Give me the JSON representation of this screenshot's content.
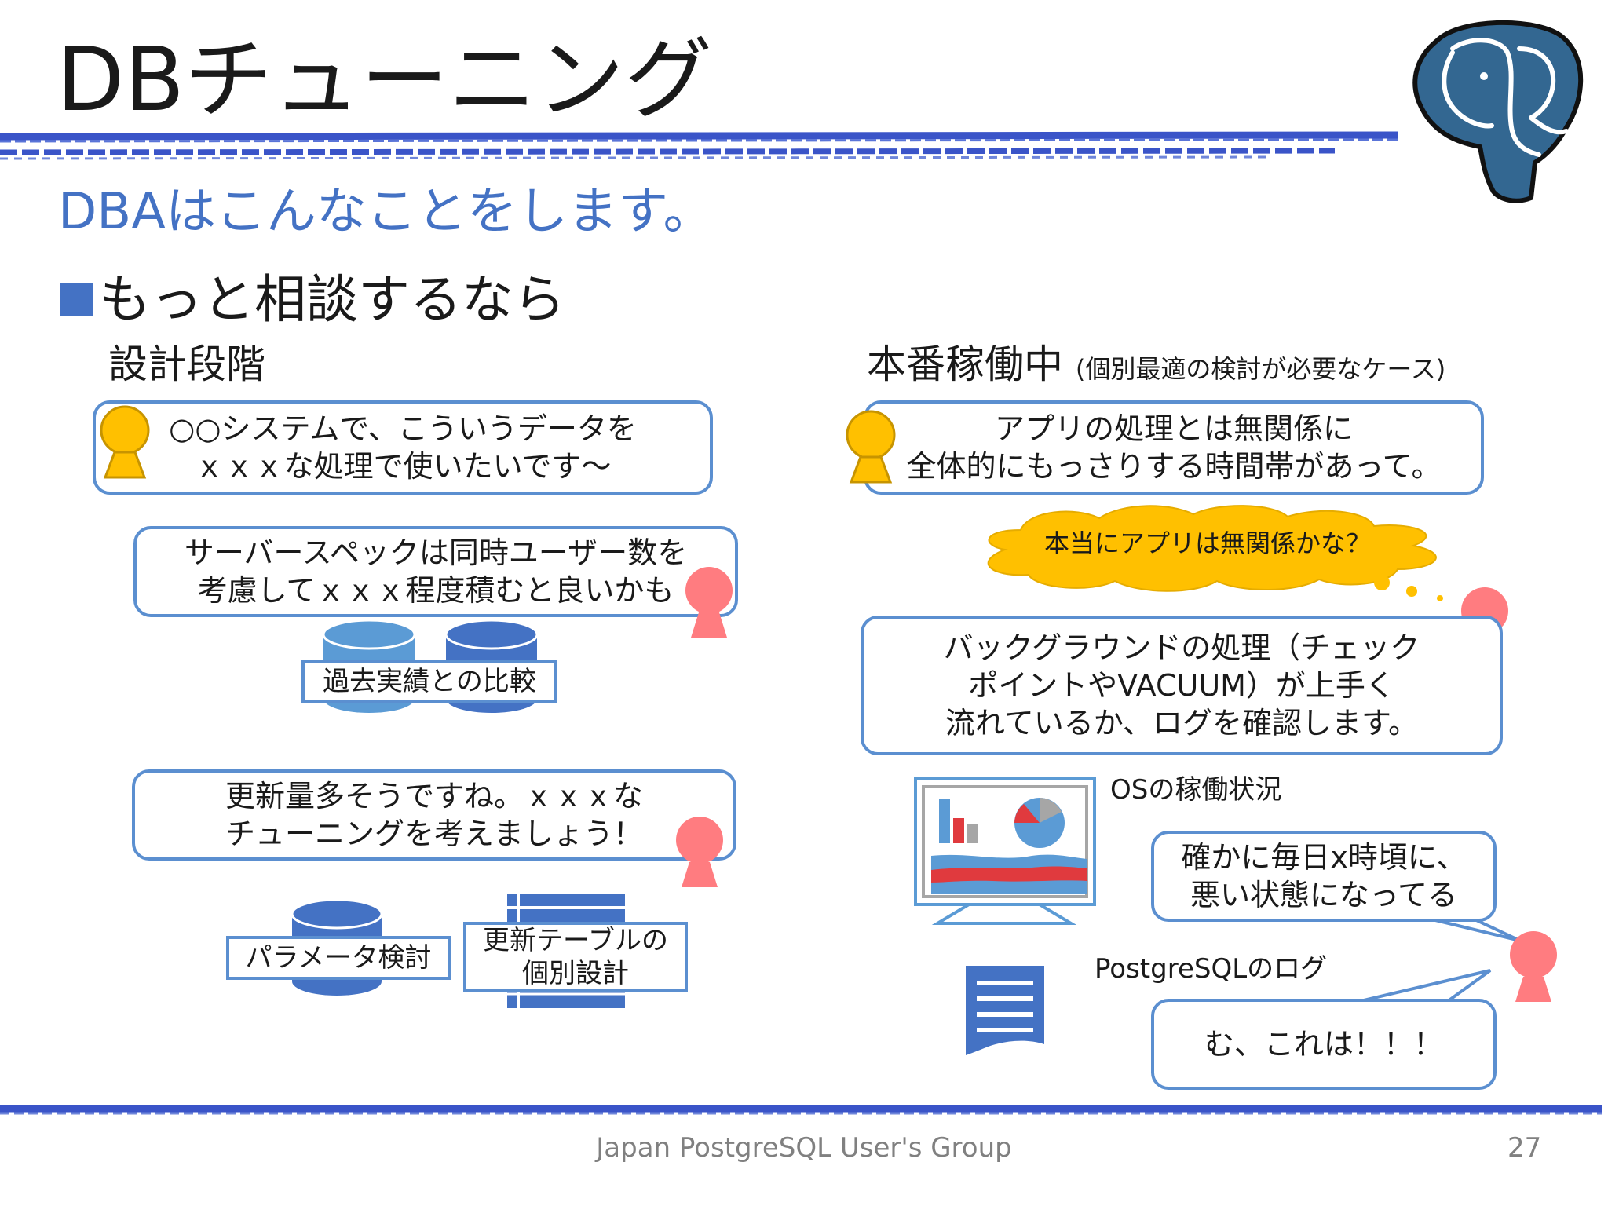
{
  "slide": {
    "title": "DBチューニング",
    "subtitle": "DBAはこんなことをします。",
    "bullet": "もっと相談するなら",
    "footer": "Japan PostgreSQL User's Group",
    "page_number": "27"
  },
  "left": {
    "heading": "設計段階",
    "bubble1": {
      "line1": "○○システムで、こういうデータを",
      "line2": "ｘｘｘな処理で使いたいです～"
    },
    "bubble2": {
      "line1": "サーバースペックは同時ユーザー数を",
      "line2": "考慮してｘｘｘ程度積むと良いかも"
    },
    "comparison_label": "過去実績との比較",
    "bubble3": {
      "line1": "更新量多そうですね。ｘｘｘな",
      "line2": "チューニングを考えましょう！"
    },
    "param_label": "パラメータ検討",
    "table_label": {
      "line1": "更新テーブルの",
      "line2": "個別設計"
    }
  },
  "right": {
    "heading": "本番稼働中",
    "heading_note": "(個別最適の検討が必要なケース)",
    "bubble1": {
      "line1": "アプリの処理とは無関係に",
      "line2": "全体的にもっさりする時間帯があって。"
    },
    "thought": "本当にアプリは無関係かな？",
    "bubble2": {
      "line1": "バックグラウンドの処理（チェック",
      "line2": "ポイントやVACUUM）が上手く",
      "line3": "流れているか、ログを確認します。"
    },
    "os_label": "OSの稼働状況",
    "bubble3": {
      "line1": "確かに毎日x時頃に、",
      "line2": "悪い状態になってる"
    },
    "log_label": "PostgreSQLのログ",
    "bubble4": "む、これは！！！"
  },
  "colors": {
    "accent_blue": "#4472c4",
    "bubble_border": "#5b8fd0",
    "customer_yellow": "#ffc000",
    "dba_pink": "#ff7c80",
    "db_blue": "#4472c4",
    "elephant_blue": "#336791"
  },
  "icons": [
    "postgresql-elephant-logo",
    "customer-person-icon",
    "dba-person-icon",
    "database-icon",
    "table-icon",
    "monitor-chart-icon",
    "log-document-icon"
  ]
}
